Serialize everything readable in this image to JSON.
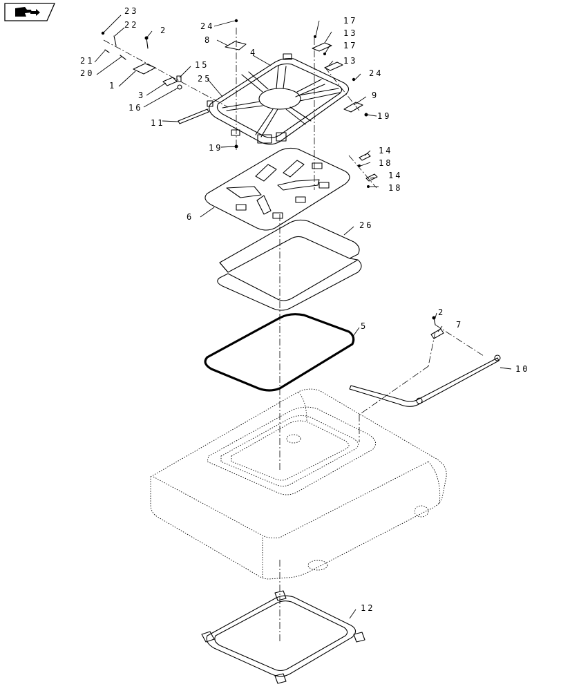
{
  "nav": {
    "icon": "next-page-arrow-icon"
  },
  "callouts": {
    "c1": "1",
    "c2": "2",
    "c3": "3",
    "c4": "4",
    "c5": "5",
    "c6": "6",
    "c7": "7",
    "c8": "8",
    "c9": "9",
    "c10": "10",
    "c11": "11",
    "c12": "12",
    "c13": "13",
    "c14": "14",
    "c15": "15",
    "c16": "16",
    "c17": "17",
    "c18": "18",
    "c19": "19",
    "c20": "20",
    "c21": "21",
    "c22": "22",
    "c23": "23",
    "c24": "24",
    "c25": "25",
    "c26": "26"
  }
}
